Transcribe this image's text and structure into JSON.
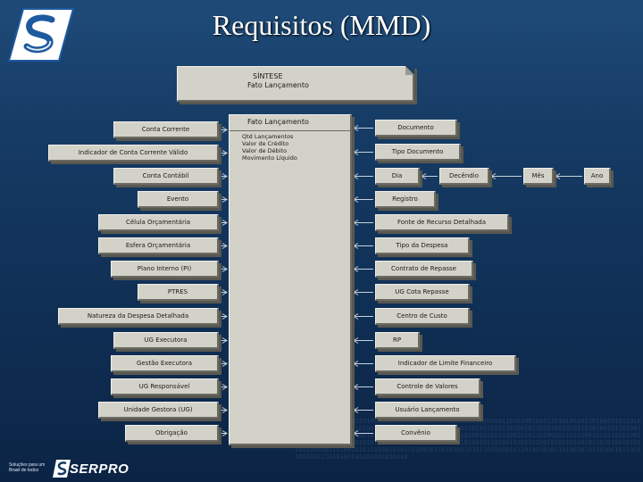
{
  "slide": {
    "title": "Requisitos (MMD)",
    "footer_text": "Soluções para um Brasil de todos",
    "footer_brand": "SERPRO",
    "binary_background": "0110001011001010110100100101101010010110100101011010010110101001010110101001011010010101101001010110100101101010010101101010010110100101011010010101101001011010100101011010100101101001010110100101011010010110101001010110101001011010010101101001010110100101101010010101101010010110100101011010010101101001011010100101011010100101101001010110100101011010010110101001010110101001011010010101101001010110100101101010010101101010010110100101011010010101101001011010100101011010100101101001010110"
  },
  "synthesis": {
    "line1": "SÍNTESE",
    "line2": "Fato Lançamento"
  },
  "fact": {
    "title": "Fato Lançamento",
    "attributes": [
      "Qtd Lançamentos",
      "Valor de Crédito",
      "Valor de Débito",
      "Movimento Líquido"
    ]
  },
  "left_dimensions": [
    "Conta Corrente",
    "Indicador de Conta Corrente Válido",
    "Conta Contábil",
    "Evento",
    "Célula Orçamentária",
    "Esfera Orçamentária",
    "Plano Interno (PI)",
    "PTRES",
    "Natureza da Despesa Detalhada",
    "UG Executora",
    "Gestão Executora",
    "UG Responsável",
    "Unidade Gestora (UG)",
    "Obrigação"
  ],
  "right_dimensions": [
    "Documento",
    "Tipo Documento",
    "Dia",
    "Registro",
    "Fonte de Recurso Detalhada",
    "Tipo da Despesa",
    "Contrato de Repasse",
    "UG Cota Repasse",
    "Centro de Custo",
    "RP",
    "Indicador de Limite Financeiro",
    "Controle de Valores",
    "Usuário Lançamento",
    "Convênio"
  ],
  "date_hierarchy": [
    "Decêndio",
    "Mês",
    "Ano"
  ]
}
